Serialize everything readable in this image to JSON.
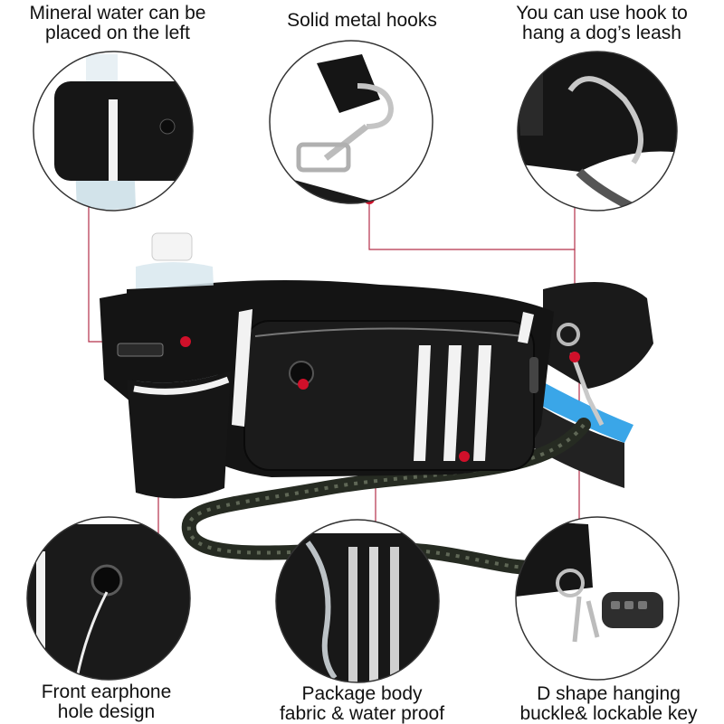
{
  "callouts": [
    {
      "line1": "Mineral water can be",
      "line2": "placed on the left"
    },
    {
      "line1": "Solid metal hooks",
      "line2": ""
    },
    {
      "line1": "You can use hook to",
      "line2": "hang a dog’s leash"
    },
    {
      "line1": "Front earphone",
      "line2": "hole design"
    },
    {
      "line1": "Package body",
      "line2": "fabric & water proof"
    },
    {
      "line1": "D shape hanging",
      "line2": "buckle& lockable key"
    }
  ],
  "colors": {
    "leader_line": "#b5304a",
    "marker_dot": "#d0102a",
    "bag_body": "#141414",
    "reflective_stripe": "#f2f2f2",
    "belt_accent": "#3aa6e8",
    "circle_outline": "#333333"
  },
  "icons": [
    "water-bottle",
    "metal-hook",
    "leash-hook",
    "earphone-hole",
    "fabric-closeup",
    "car-key"
  ]
}
